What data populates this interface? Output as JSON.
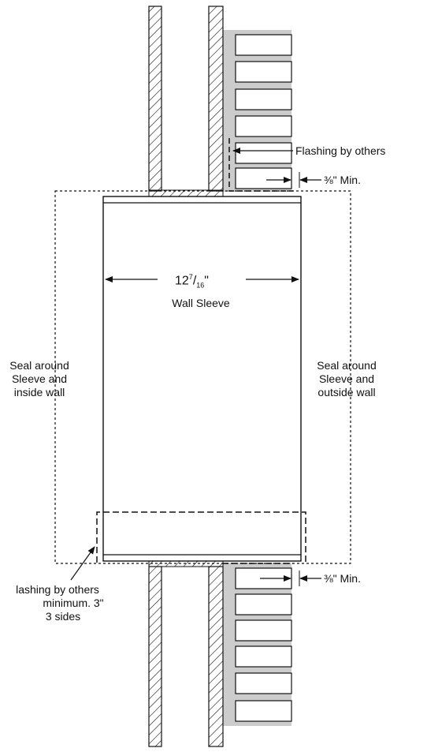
{
  "labels": {
    "flashing_top": "Flashing by others",
    "min_top": "⅜\" Min.",
    "width_whole": "12",
    "width_num": "7",
    "width_den": "16",
    "width_mark": "\"",
    "wall_sleeve": "Wall Sleeve",
    "seal_inside": [
      "Seal around",
      "Sleeve and",
      "inside wall"
    ],
    "seal_outside": [
      "Seal around",
      "Sleeve and",
      "outside wall"
    ],
    "flashing_bottom": [
      "lashing by others",
      "minimum. 3\"",
      "3 sides"
    ],
    "min_bottom": "⅜\" Min."
  },
  "colors": {
    "line": "#111111",
    "brick_fill": "#ffffff",
    "veneer_gray": "#cccccc"
  }
}
